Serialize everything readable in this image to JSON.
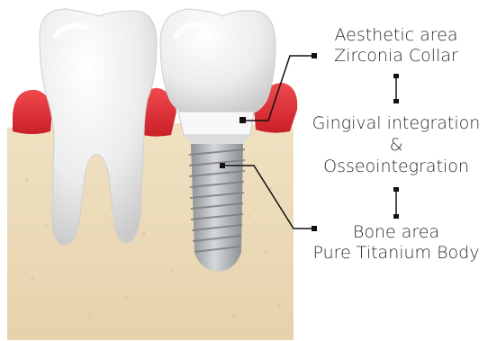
{
  "labels": {
    "aesthetic_area": "Aesthetic area",
    "zirconia_collar": "Zirconia Collar",
    "gingival_integration": "Gingival integration",
    "ampersand": "&",
    "osseointegration": "Osseointegration",
    "bone_area": "Bone area",
    "titanium_body": "Pure Titanium Body"
  },
  "colors": {
    "bone": "#ead8b4",
    "gum": "#e8333a",
    "tooth": "#f2f2f2",
    "titanium": "#b9bcbf",
    "collar": "#f7f7f7",
    "line": "#111111"
  },
  "icons": [
    "natural-tooth-icon",
    "implant-crown-icon",
    "titanium-implant-icon",
    "zirconia-collar-icon",
    "bone-block-icon",
    "gum-tissue-icon"
  ]
}
